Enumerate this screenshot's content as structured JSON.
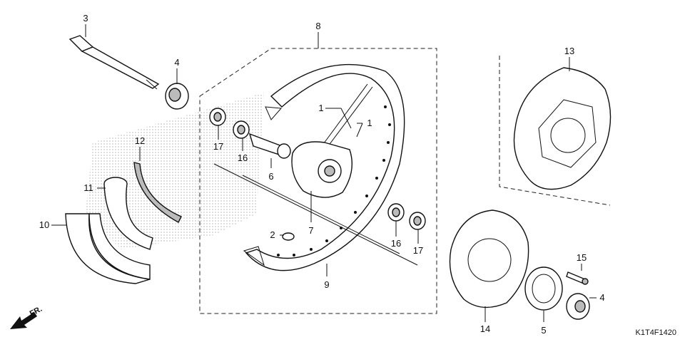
{
  "diagram_code": "K1T4F1420",
  "direction_label": "FR.",
  "callouts": {
    "c1a": "1",
    "c1b": "1",
    "c2": "2",
    "c3": "3",
    "c4a": "4",
    "c4b": "4",
    "c5": "5",
    "c6": "6",
    "c7": "7",
    "c8": "8",
    "c9": "9",
    "c10": "10",
    "c11": "11",
    "c12": "12",
    "c13": "13",
    "c14": "14",
    "c15": "15",
    "c16a": "16",
    "c16b": "16",
    "c17a": "17",
    "c17b": "17"
  }
}
